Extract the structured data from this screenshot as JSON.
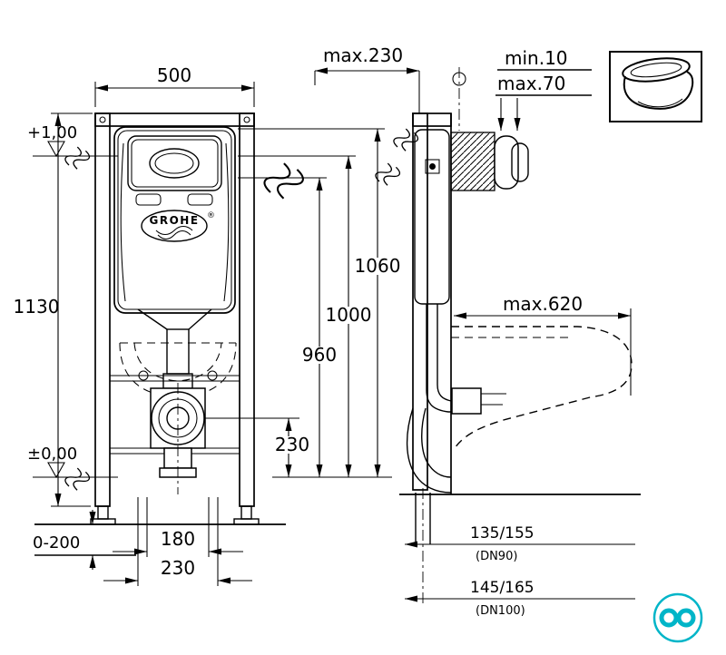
{
  "front": {
    "dim_width": "500",
    "dim_height": "1130",
    "level_top": "+1,00",
    "level_floor": "±0,00",
    "dim_foot_range": "0-200",
    "dim_180": "180",
    "dim_230_bottom": "230",
    "dim_230_outlet": "230",
    "dim_960": "960",
    "dim_1000": "1000",
    "dim_1060": "1060",
    "brand": "GROHE",
    "registered": "®"
  },
  "side": {
    "dim_depth": "max.230",
    "dim_min": "min.10",
    "dim_max": "max.70",
    "dim_bowl_depth": "max.620",
    "dim_dn90": "135/155",
    "dn90": "(DN90)",
    "dim_dn100": "145/165",
    "dn100": "(DN100)"
  },
  "colors": {
    "ink": "#000000",
    "logo": "#00b5c8"
  }
}
